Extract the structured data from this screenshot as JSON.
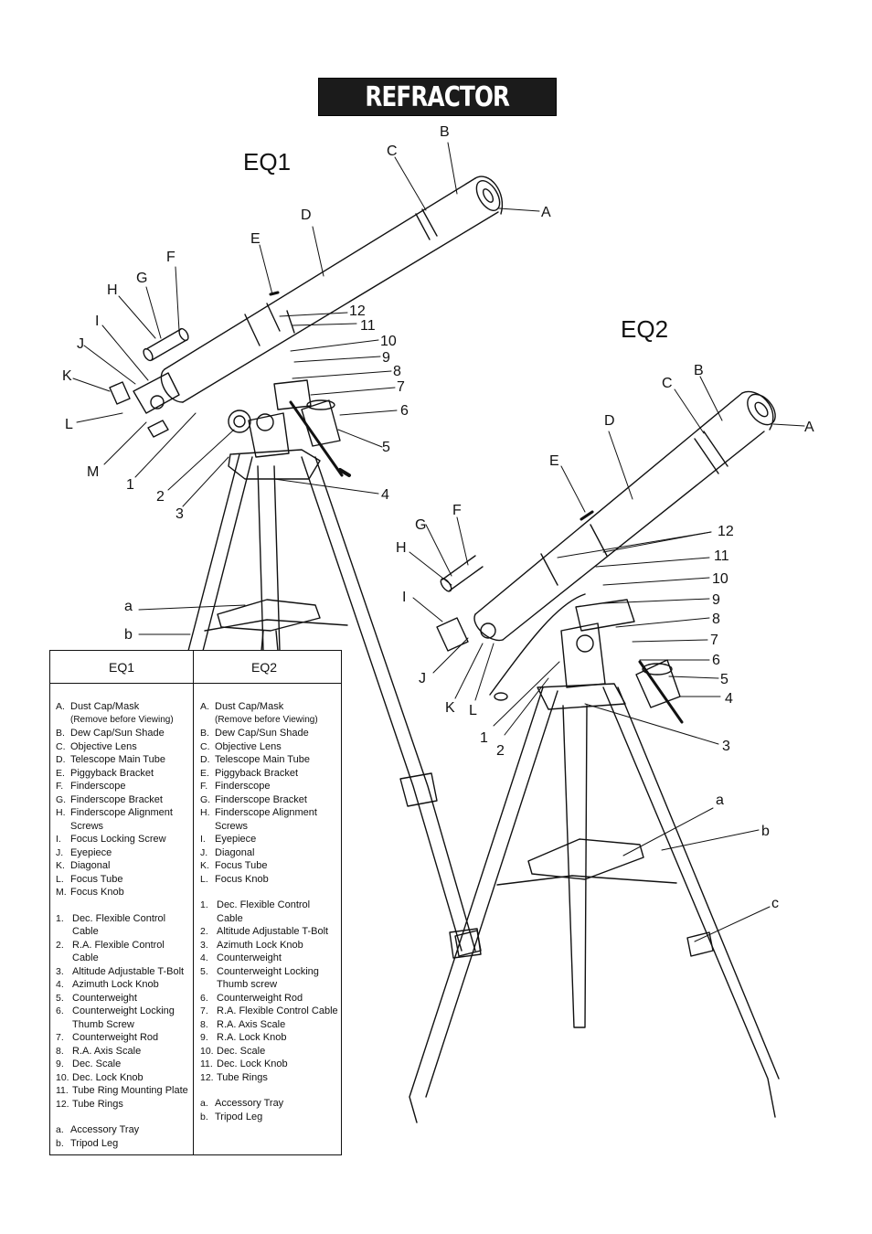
{
  "title": "REFRACTOR",
  "mounts": {
    "eq1": "EQ1",
    "eq2": "EQ2"
  },
  "eq1_callouts": {
    "letters": [
      "A",
      "B",
      "C",
      "D",
      "E",
      "F",
      "G",
      "H",
      "I",
      "J",
      "K",
      "L",
      "M"
    ],
    "numbers": [
      "1",
      "2",
      "3",
      "4",
      "5",
      "6",
      "7",
      "8",
      "9",
      "10",
      "11",
      "12"
    ],
    "lower": [
      "a",
      "b"
    ]
  },
  "eq2_callouts": {
    "letters": [
      "A",
      "B",
      "C",
      "D",
      "E",
      "F",
      "G",
      "H",
      "I",
      "J",
      "K",
      "L"
    ],
    "numbers": [
      "1",
      "2",
      "3",
      "4",
      "5",
      "6",
      "7",
      "8",
      "9",
      "10",
      "11",
      "12"
    ],
    "lower": [
      "a",
      "b",
      "c"
    ]
  },
  "legend": {
    "eq1": {
      "heading": "EQ1",
      "letters": [
        {
          "key": "A.",
          "text": "Dust Cap/Mask",
          "note": "(Remove before Viewing)"
        },
        {
          "key": "B.",
          "text": "Dew Cap/Sun Shade"
        },
        {
          "key": "C.",
          "text": "Objective Lens"
        },
        {
          "key": "D.",
          "text": "Telescope Main Tube"
        },
        {
          "key": "E.",
          "text": "Piggyback Bracket"
        },
        {
          "key": "F.",
          "text": "Finderscope"
        },
        {
          "key": "G.",
          "text": "Finderscope Bracket"
        },
        {
          "key": "H.",
          "text": "Finderscope Alignment",
          "note2": "Screws"
        },
        {
          "key": "I.",
          "text": "Focus Locking Screw"
        },
        {
          "key": "J.",
          "text": "Eyepiece"
        },
        {
          "key": "K.",
          "text": "Diagonal"
        },
        {
          "key": "L.",
          "text": "Focus Tube"
        },
        {
          "key": "M.",
          "text": "Focus Knob"
        }
      ],
      "numbers": [
        {
          "key": "1.",
          "text": "Dec. Flexible Control",
          "note2": "Cable"
        },
        {
          "key": "2.",
          "text": "R.A. Flexible Control",
          "note2": "Cable"
        },
        {
          "key": "3.",
          "text": "Altitude Adjustable T-Bolt"
        },
        {
          "key": "4.",
          "text": "Azimuth Lock Knob"
        },
        {
          "key": "5.",
          "text": "Counterweight"
        },
        {
          "key": "6.",
          "text": "Counterweight Locking",
          "note2": "Thumb Screw"
        },
        {
          "key": "7.",
          "text": "Counterweight Rod"
        },
        {
          "key": "8.",
          "text": "R.A. Axis Scale"
        },
        {
          "key": "9.",
          "text": "Dec. Scale"
        },
        {
          "key": "10.",
          "text": "Dec. Lock Knob"
        },
        {
          "key": "11.",
          "text": "Tube Ring Mounting Plate"
        },
        {
          "key": "12.",
          "text": "Tube Rings"
        }
      ],
      "lower": [
        {
          "key": "a.",
          "text": "Accessory Tray"
        },
        {
          "key": "b.",
          "text": "Tripod Leg"
        }
      ]
    },
    "eq2": {
      "heading": "EQ2",
      "letters": [
        {
          "key": "A.",
          "text": "Dust Cap/Mask",
          "note": "(Remove before Viewing)"
        },
        {
          "key": "B.",
          "text": "Dew Cap/Sun Shade"
        },
        {
          "key": "C.",
          "text": "Objective Lens"
        },
        {
          "key": "D.",
          "text": "Telescope Main Tube"
        },
        {
          "key": "E.",
          "text": "Piggyback Bracket"
        },
        {
          "key": "F.",
          "text": "Finderscope"
        },
        {
          "key": "G.",
          "text": "Finderscope Bracket"
        },
        {
          "key": "H.",
          "text": "Finderscope Alignment",
          "note2": "Screws"
        },
        {
          "key": "I.",
          "text": "Eyepiece"
        },
        {
          "key": "J.",
          "text": "Diagonal"
        },
        {
          "key": "K.",
          "text": "Focus Tube"
        },
        {
          "key": "L.",
          "text": "Focus Knob"
        }
      ],
      "numbers": [
        {
          "key": "1.",
          "text": "Dec. Flexible Control",
          "note2": "Cable"
        },
        {
          "key": "2.",
          "text": "Altitude Adjustable T-Bolt"
        },
        {
          "key": "3.",
          "text": "Azimuth Lock Knob"
        },
        {
          "key": "4.",
          "text": "Counterweight"
        },
        {
          "key": "5.",
          "text": "Counterweight Locking",
          "note2": "Thumb screw"
        },
        {
          "key": "6.",
          "text": "Counterweight Rod"
        },
        {
          "key": "7.",
          "text": "R.A. Flexible Control Cable"
        },
        {
          "key": "8.",
          "text": "R.A. Axis Scale"
        },
        {
          "key": "9.",
          "text": "R.A. Lock Knob"
        },
        {
          "key": "10.",
          "text": "Dec. Scale"
        },
        {
          "key": "11.",
          "text": "Dec. Lock Knob"
        },
        {
          "key": "12.",
          "text": "Tube Rings"
        }
      ],
      "lower": [
        {
          "key": "a.",
          "text": "Accessory Tray"
        },
        {
          "key": "b.",
          "text": "Tripod Leg"
        }
      ]
    }
  }
}
